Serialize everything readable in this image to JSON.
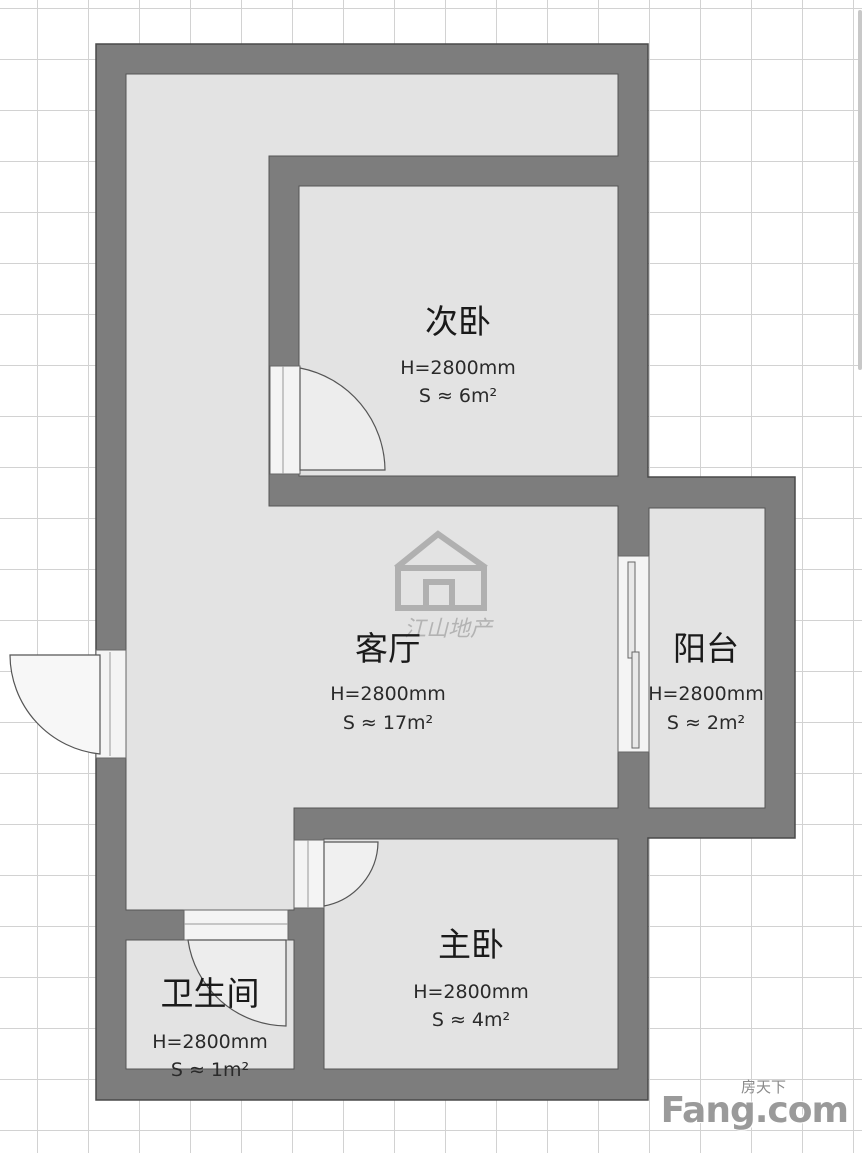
{
  "rooms": [
    {
      "id": "second-bedroom",
      "name": "次卧",
      "height": "H=2800mm",
      "area": "S ≈ 6m²"
    },
    {
      "id": "living-room",
      "name": "客厅",
      "height": "H=2800mm",
      "area": "S ≈ 17m²"
    },
    {
      "id": "balcony",
      "name": "阳台",
      "height": "H=2800mm",
      "area": "S ≈ 2m²"
    },
    {
      "id": "master-bedroom",
      "name": "主卧",
      "height": "H=2800mm",
      "area": "S ≈ 4m²"
    },
    {
      "id": "bathroom",
      "name": "卫生间",
      "height": "H=2800mm",
      "area": "S ≈ 1m²"
    }
  ],
  "watermark": {
    "text": "江山地产",
    "icon": "house-logo-icon"
  },
  "brand": {
    "name": "Fang.com",
    "subtitle": "房天下"
  },
  "colors": {
    "wall": "#7d7d7d",
    "wall_edge": "#555555",
    "floor": "#e3e3e3",
    "door": "#f4f4f4",
    "grid": "#d2d2d2"
  }
}
